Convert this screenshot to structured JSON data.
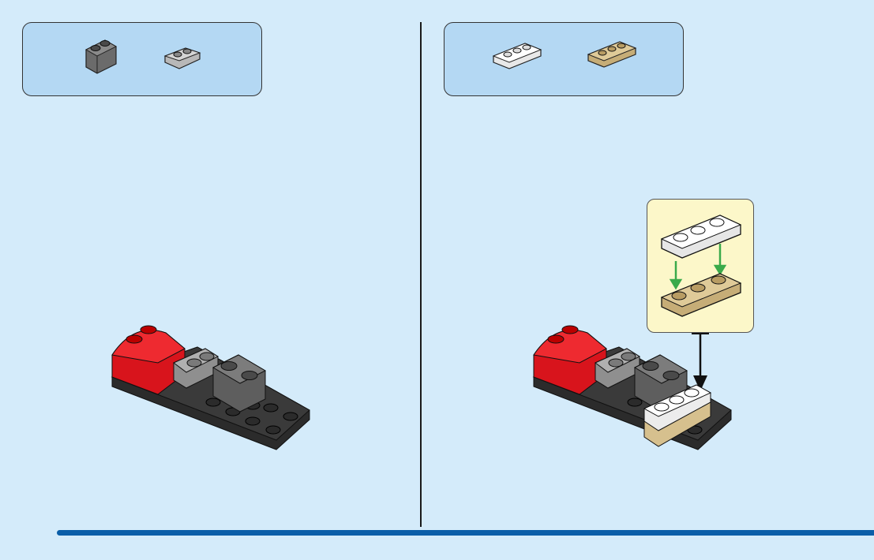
{
  "page": {
    "steps": [
      {
        "parts": [
          {
            "name": "dark-gray-2x1-curved-brick",
            "color": "#6b6b6b"
          },
          {
            "name": "light-gray-2x1-plate",
            "color": "#b8b8b8"
          }
        ],
        "model_colors": {
          "body": "#d8141c",
          "base": "#2b2b2b",
          "seat": "#7e7e7e"
        }
      },
      {
        "parts": [
          {
            "name": "white-1x3-plate",
            "color": "#f5f5f5"
          },
          {
            "name": "tan-1x3-plate",
            "color": "#d6c08e"
          }
        ],
        "callout": {
          "background": "#fcf7c9",
          "arrow_color": "#3aaa4a"
        }
      }
    ],
    "accent": "#0a5ea8",
    "background": "#d4ebfa"
  }
}
